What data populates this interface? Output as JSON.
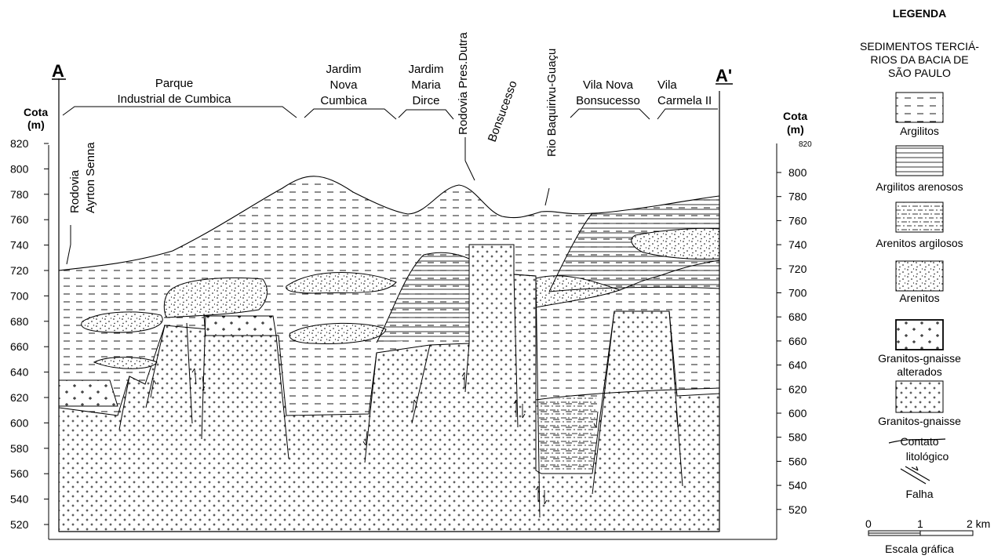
{
  "section": {
    "start_label": "A",
    "end_label": "A'",
    "left_axis": {
      "title_line1": "Cota",
      "title_line2": "(m)",
      "ticks": [
        "820",
        "800",
        "780",
        "760",
        "740",
        "720",
        "700",
        "680",
        "660",
        "640",
        "620",
        "600",
        "580",
        "560",
        "540",
        "520"
      ]
    },
    "right_axis": {
      "title_line1": "Cota",
      "title_line2": "(m)",
      "top_tick": "820",
      "ticks": [
        "800",
        "780",
        "760",
        "740",
        "720",
        "700",
        "680",
        "660",
        "640",
        "620",
        "600",
        "580",
        "560",
        "540",
        "520"
      ]
    },
    "locations": {
      "parque_line1": "Parque",
      "parque_line2": "Industrial de Cumbica",
      "nova_cumbica_line1": "Jardim",
      "nova_cumbica_line2": "Nova",
      "nova_cumbica_line3": "Cumbica",
      "maria_dirce_line1": "Jardim",
      "maria_dirce_line2": "Maria",
      "maria_dirce_line3": "Dirce",
      "vila_nova_line1": "Vila Nova",
      "vila_nova_line2": "Bonsucesso",
      "vila_carmela_line1": "Vila",
      "vila_carmela_line2": "Carmela II",
      "ayrton_line1": "Rodovia",
      "ayrton_line2": "Ayrton Senna",
      "dutra": "Rodovia Pres.Dutra",
      "bonsucesso": "Bonsucesso",
      "baquirivu": "Rio Baquirivu-Guaçu"
    }
  },
  "legend": {
    "title": "LEGENDA",
    "group_line1": "SEDIMENTOS TERCIÁ-",
    "group_line2": "RIOS DA BACIA DE",
    "group_line3": "SÃO PAULO",
    "argilitos": "Argilitos",
    "argilitos_arenosos": "Argilitos arenosos",
    "arenitos_argilosos": "Arenitos argilosos",
    "arenitos": "Arenitos",
    "granitos_alterados_line1": "Granitos-gnaisse",
    "granitos_alterados_line2": "alterados",
    "granitos": "Granitos-gnaisse",
    "contato_line1": "Contato",
    "contato_line2": "litológico",
    "falha": "Falha",
    "scale_0": "0",
    "scale_1": "1",
    "scale_2": "2 km",
    "scale_caption": "Escala gráfica"
  }
}
